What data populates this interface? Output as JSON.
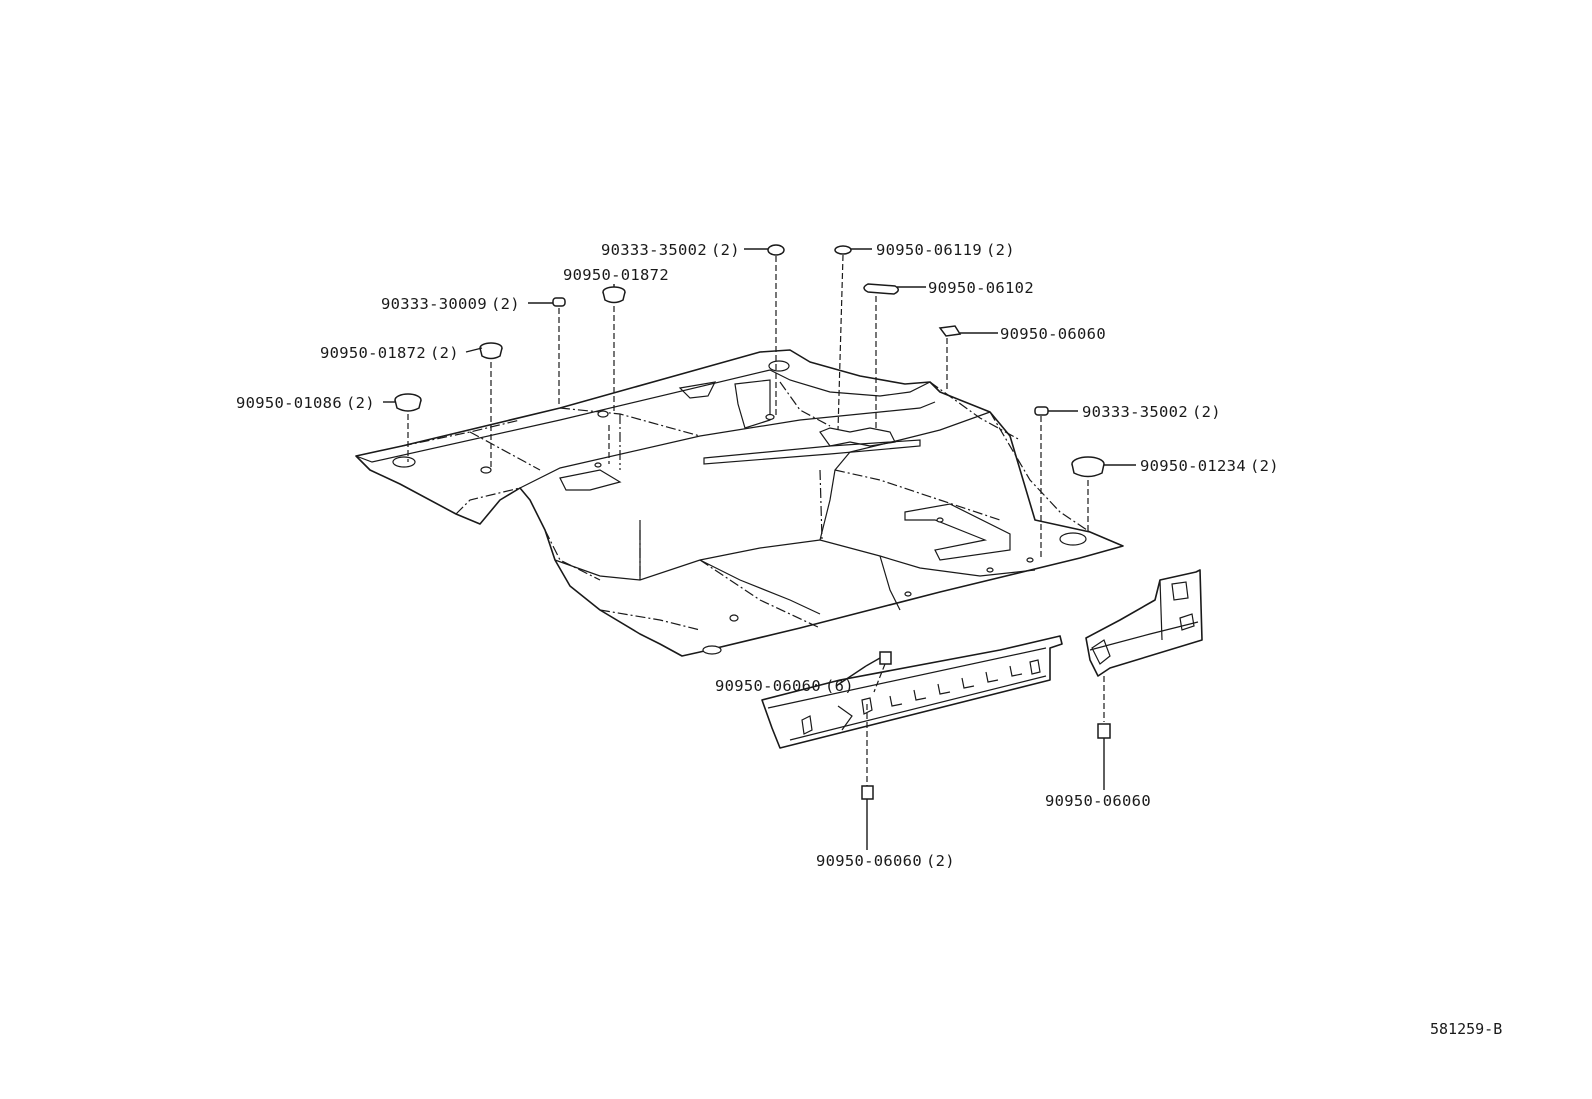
{
  "diagram": {
    "reference_code": "581259-B",
    "callouts": [
      {
        "id": "c1",
        "part_number": "90333-35002",
        "qty": "(2)"
      },
      {
        "id": "c2",
        "part_number": "90950-01872",
        "qty": ""
      },
      {
        "id": "c3",
        "part_number": "90333-30009",
        "qty": "(2)"
      },
      {
        "id": "c4",
        "part_number": "90950-01872",
        "qty": "(2)"
      },
      {
        "id": "c5",
        "part_number": "90950-01086",
        "qty": "(2)"
      },
      {
        "id": "c6",
        "part_number": "90950-06119",
        "qty": "(2)"
      },
      {
        "id": "c7",
        "part_number": "90950-06102",
        "qty": ""
      },
      {
        "id": "c8",
        "part_number": "90950-06060",
        "qty": ""
      },
      {
        "id": "c9",
        "part_number": "90333-35002",
        "qty": "(2)"
      },
      {
        "id": "c10",
        "part_number": "90950-01234",
        "qty": "(2)"
      },
      {
        "id": "c11",
        "part_number": "90950-06060",
        "qty": "(6)"
      },
      {
        "id": "c12",
        "part_number": "90950-06060",
        "qty": ""
      },
      {
        "id": "c13",
        "part_number": "90950-06060",
        "qty": "(2)"
      }
    ]
  }
}
